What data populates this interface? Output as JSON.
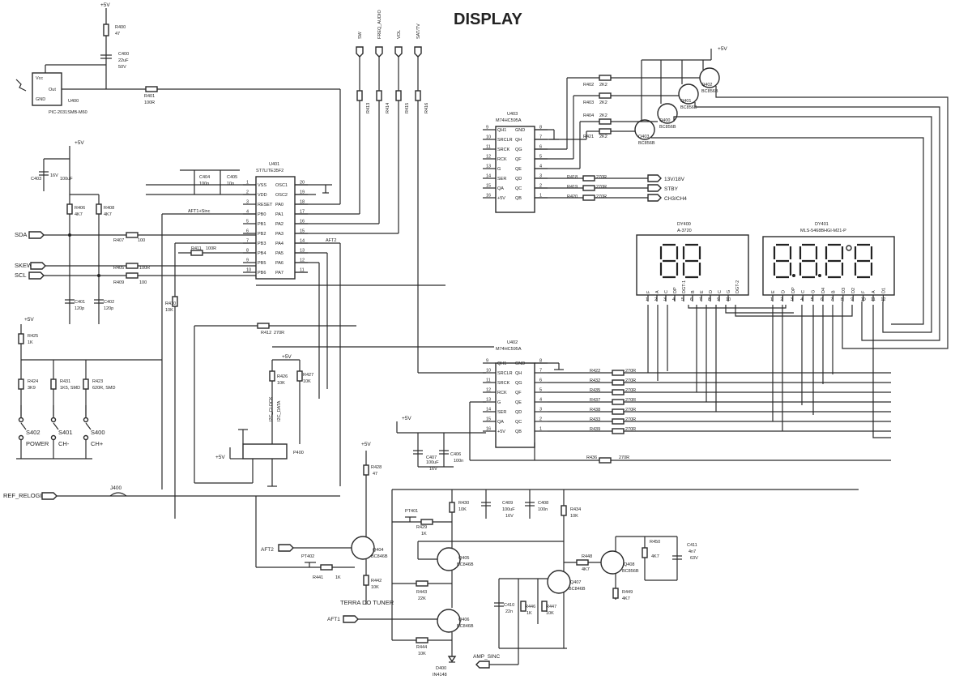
{
  "title": "DISPLAY",
  "supply": "+5V",
  "sensor": {
    "ref": "U400",
    "part": "PIC-2031SMB-M60",
    "vcc": "Vcc",
    "out": "Out",
    "gnd": "GND"
  },
  "mcu": {
    "ref": "U401",
    "part": "ST7LITE35F2",
    "left_pins": [
      {
        "name": "VSS",
        "num": "1"
      },
      {
        "name": "VDD",
        "num": "2"
      },
      {
        "name": "RESET",
        "num": "3"
      },
      {
        "name": "PB0",
        "num": "4"
      },
      {
        "name": "PB1",
        "num": "5"
      },
      {
        "name": "PB2",
        "num": "6"
      },
      {
        "name": "PB3",
        "num": "7"
      },
      {
        "name": "PB4",
        "num": "8"
      },
      {
        "name": "PB5",
        "num": "9"
      },
      {
        "name": "PB6",
        "num": "10"
      }
    ],
    "right_pins": [
      {
        "name": "OSC1",
        "num": "20"
      },
      {
        "name": "OSC2",
        "num": "19"
      },
      {
        "name": "PA0",
        "num": "18"
      },
      {
        "name": "PA1",
        "num": "17"
      },
      {
        "name": "PA2",
        "num": "16"
      },
      {
        "name": "PA3",
        "num": "15"
      },
      {
        "name": "PA4",
        "num": "14"
      },
      {
        "name": "PA5",
        "num": "13"
      },
      {
        "name": "PA6",
        "num": "12"
      },
      {
        "name": "PA7",
        "num": "11"
      }
    ]
  },
  "shift_reg_top": {
    "ref": "U403",
    "part": "M74HC595A",
    "left_pins": [
      {
        "name": "QH1",
        "num": "9"
      },
      {
        "name": "SRCLR",
        "num": "10"
      },
      {
        "name": "SRCK",
        "num": "11"
      },
      {
        "name": "RCK",
        "num": "12"
      },
      {
        "name": "G",
        "num": "13"
      },
      {
        "name": "SER",
        "num": "14"
      },
      {
        "name": "QA",
        "num": "15"
      },
      {
        "name": "+5V",
        "num": "16"
      }
    ],
    "right_pins": [
      {
        "name": "GND",
        "num": "8"
      },
      {
        "name": "QH",
        "num": "7"
      },
      {
        "name": "QG",
        "num": "6"
      },
      {
        "name": "QF",
        "num": "5"
      },
      {
        "name": "QE",
        "num": "4"
      },
      {
        "name": "QD",
        "num": "3"
      },
      {
        "name": "QC",
        "num": "2"
      },
      {
        "name": "QB",
        "num": "1"
      }
    ]
  },
  "shift_reg_bottom": {
    "ref": "U402",
    "part": "M74HC595A",
    "left_pins": [
      {
        "name": "QH1",
        "num": "9"
      },
      {
        "name": "SRCLR",
        "num": "10"
      },
      {
        "name": "SRCK",
        "num": "11"
      },
      {
        "name": "RCK",
        "num": "12"
      },
      {
        "name": "G",
        "num": "13"
      },
      {
        "name": "SER",
        "num": "14"
      },
      {
        "name": "QA",
        "num": "15"
      },
      {
        "name": "+5V",
        "num": "16"
      }
    ],
    "right_pins": [
      {
        "name": "GND",
        "num": "8"
      },
      {
        "name": "QH",
        "num": "7"
      },
      {
        "name": "QG",
        "num": "6"
      },
      {
        "name": "QF",
        "num": "5"
      },
      {
        "name": "QE",
        "num": "4"
      },
      {
        "name": "QD",
        "num": "3"
      },
      {
        "name": "QC",
        "num": "2"
      },
      {
        "name": "QB",
        "num": "1"
      }
    ]
  },
  "display_left": {
    "ref": "DY400",
    "part": "A-3720",
    "digits": "88",
    "pin_labels": [
      "F",
      "A",
      "C",
      "DP",
      "DGT-1",
      "B",
      "E",
      "D",
      "C",
      "G",
      "DGT-2"
    ],
    "pin_nums": [
      "1",
      "2",
      "3",
      "4",
      "5",
      "6",
      "7",
      "8",
      "9",
      "10"
    ]
  },
  "display_right": {
    "ref": "DY401",
    "part": "MLS-5468BHGI-M21-P",
    "digits": "8.8.8.8",
    "pin_labels": [
      "E",
      "D",
      "DP",
      "C",
      "G",
      "D4",
      "B",
      "D3",
      "D2",
      "F",
      "A",
      "D1"
    ],
    "pin_nums": [
      "1",
      "2",
      "3",
      "4",
      "5",
      "6",
      "7",
      "8",
      "9",
      "10",
      "11",
      "12"
    ]
  },
  "signals": {
    "sw": "SW",
    "freq_audio": "FREQ_AUDIO",
    "vol": "VOL",
    "sat_tv": "SAT/TV",
    "sda": "SDA",
    "skew": "SKEW",
    "scl": "SCL",
    "v13_18": "13V/18V",
    "stby": "STBY",
    "ch3_ch4": "CH3/CH4",
    "aft1_sinc": "AFT1+Sinc",
    "aft2": "AFT2",
    "aft2_in": "AFT2",
    "aft1_in": "AFT1",
    "ref_relogio": "REF_RELOGIO",
    "terra_tuner": "TERRA DO TUNER",
    "amp_sinc": "AMP_SINC",
    "i2c_clock": "I2C_CLOCK",
    "i2c_data": "I2C_DATA"
  },
  "switches": [
    {
      "ref": "S402",
      "label": "POWER"
    },
    {
      "ref": "S401",
      "label": "CH-"
    },
    {
      "ref": "S400",
      "label": "CH+"
    }
  ],
  "connectors": {
    "p400": "P400",
    "j400": "J400"
  },
  "resistors": {
    "R400": "R400",
    "R400_val": "47",
    "R401": "R401",
    "R401_val": "100R",
    "R402": "R402",
    "R403": "R403",
    "R404": "R404",
    "R421": "R421",
    "R40x_val": "2K2",
    "R406": "R406",
    "R406_val": "4K7",
    "R408": "R408",
    "R408_val": "4K7",
    "R407": "R407",
    "R407_val": "100",
    "R405": "R405",
    "R405_val": "100R",
    "R409": "R409",
    "R409_val": "100",
    "R410": "R410",
    "R410_val": "10K",
    "R411": "R411",
    "R411_val": "100R",
    "R412": "R412",
    "R412_val": "270R",
    "R413": "R413",
    "R414": "R414",
    "R415": "R415",
    "R416": "R416",
    "R41x_val": "270R",
    "R418": "R418",
    "R419": "R419",
    "R420": "R420",
    "R425": "R425",
    "R425_val": "1K",
    "R424": "R424",
    "R424_val": "3K9",
    "R431": "R431",
    "R431_val": "1K5, SMD",
    "R423": "R423",
    "R423_val": "620R, SMD",
    "R426": "R426",
    "R426_val": "10K",
    "R427": "R427",
    "R427_val": "10K",
    "R422": "R422",
    "R432": "R432",
    "R433": "R433",
    "R437": "R437",
    "R438": "R438",
    "R439": "R439",
    "R436": "R436",
    "R435": "R435",
    "R428": "R428",
    "R428_val": "47",
    "R430": "R430",
    "R430_val": "10K",
    "R429": "R429",
    "R429_val": "1K",
    "R434": "R434",
    "R434_val": "10K",
    "R441": "R441",
    "R441_val": "1K",
    "R442": "R442",
    "R442_val": "10K",
    "R443": "R443",
    "R443_val": "22K",
    "R444": "R444",
    "R444_val": "10K",
    "R446": "R446",
    "R446_val": "1K",
    "R447": "R447",
    "R447_val": "10K",
    "R448": "R448",
    "R448_val": "4K7",
    "R449": "R449",
    "R449_val": "4K7",
    "R450": "R450",
    "R450_val": "4K7"
  },
  "capacitors": {
    "C400": "C400",
    "C400_val": "22uF",
    "C400_v": "50V",
    "C403": "C403",
    "C403_val": "100uF",
    "C403_v": "16V",
    "C404": "C404",
    "C404_val": "100n",
    "C405": "C405",
    "C405_val": "10n",
    "C401": "C401",
    "C401_val": "120p",
    "C402": "C402",
    "C402_val": "120p",
    "C407": "C407",
    "C407_val": "100uF",
    "C407_v": "16V",
    "C406": "C406",
    "C406_val": "100n",
    "C409": "C409",
    "C409_val": "100uF",
    "C409_v": "16V",
    "C408": "C408",
    "C408_val": "100n",
    "C410": "C410",
    "C410_val": "22n",
    "C411": "C411",
    "C411_val": "4n7",
    "C411_v": "63V"
  },
  "transistors": {
    "Q402": "Q402",
    "Q401": "Q401",
    "Q400": "Q400",
    "Q403": "Q403",
    "bc856": "BC856B",
    "Q404": "Q404",
    "Q405": "Q405",
    "Q406": "Q406",
    "Q407": "Q407",
    "bc846": "BC846B",
    "Q408": "Q408"
  },
  "misc": {
    "pt401": "PT401",
    "pt402": "PT402",
    "d400": "D400",
    "d400_part": "IN4148"
  }
}
